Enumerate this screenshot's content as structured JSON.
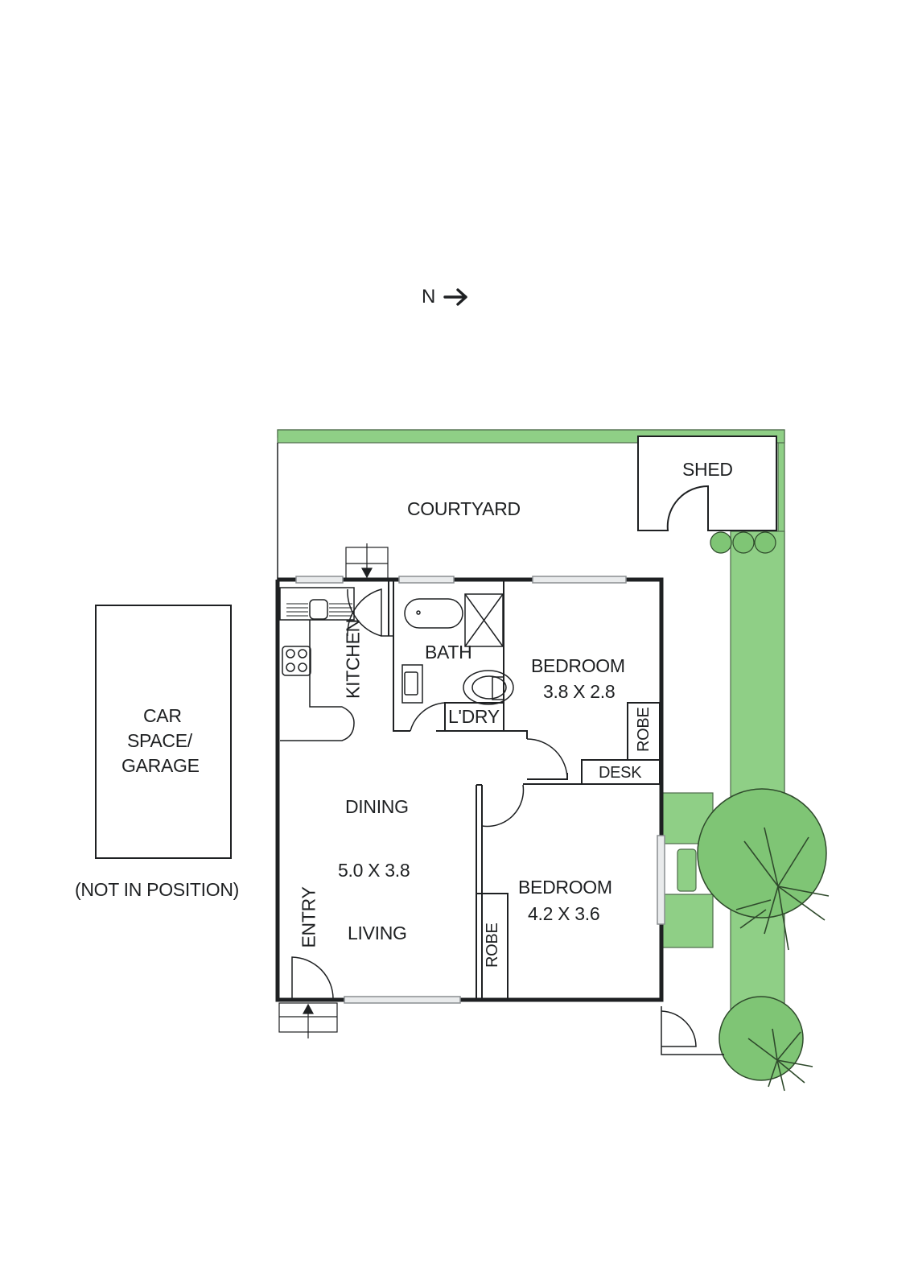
{
  "compass": {
    "label": "N",
    "arrow_icon": "arrow-right-icon"
  },
  "rooms": {
    "courtyard": {
      "name": "COURTYARD"
    },
    "shed": {
      "name": "SHED"
    },
    "kitchen": {
      "name": "KITCHEN"
    },
    "bath": {
      "name": "BATH"
    },
    "laundry": {
      "name": "L'DRY"
    },
    "bedroom1": {
      "name": "BEDROOM",
      "dims": "3.8 X 2.8"
    },
    "robe1": {
      "name": "ROBE"
    },
    "desk": {
      "name": "DESK"
    },
    "dining_living": {
      "name_top": "DINING",
      "dims": "5.0 X 3.8",
      "name_bottom": "LIVING"
    },
    "entry": {
      "name": "ENTRY"
    },
    "bedroom2": {
      "name": "BEDROOM",
      "dims": "4.2 X 3.6"
    },
    "robe2": {
      "name": "ROBE"
    }
  },
  "garage": {
    "line1": "CAR",
    "line2": "SPACE/",
    "line3": "GARAGE",
    "note": "(NOT IN POSITION)"
  },
  "colors": {
    "garden_green": "#8fcf86",
    "tree_green": "#7fc575",
    "wall": "#1e2022",
    "window": "#cfd2d4"
  }
}
